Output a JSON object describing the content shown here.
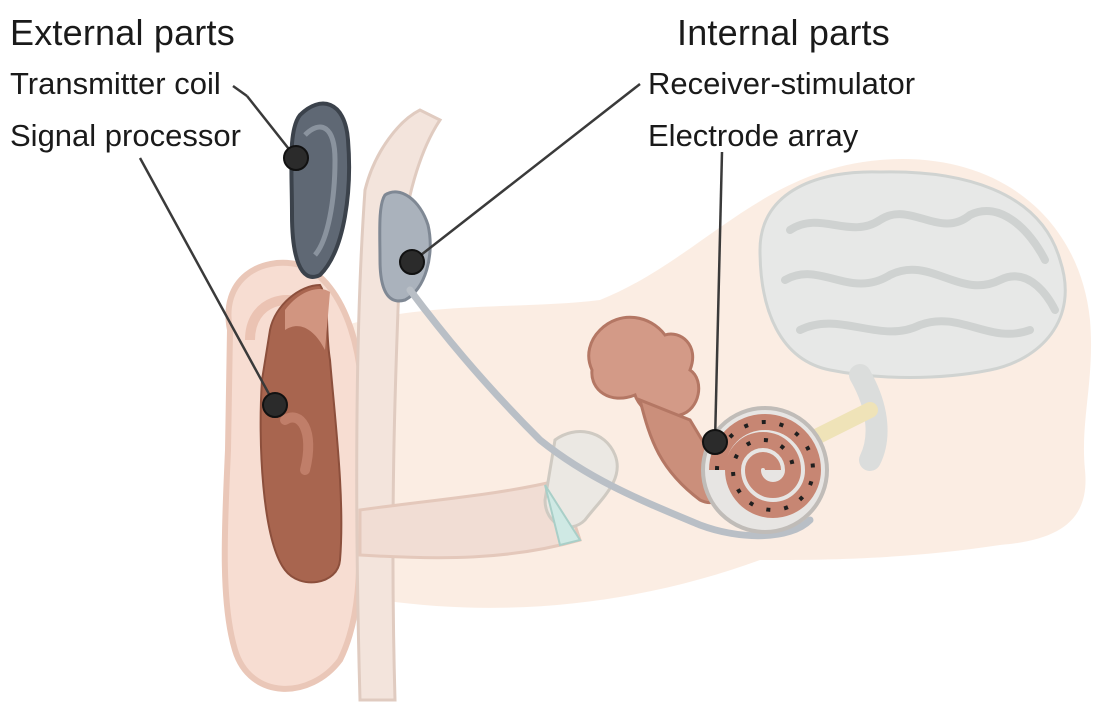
{
  "headers": {
    "external": "External parts",
    "internal": "Internal parts"
  },
  "labels": {
    "transmitter_coil": "Transmitter coil",
    "signal_processor": "Signal processor",
    "receiver_stimulator": "Receiver-stimulator",
    "electrode_array": "Electrode array"
  },
  "colors": {
    "leader_line": "#3a3a3a",
    "marker": "#2b2b2b",
    "processor": "#a4624f",
    "coil": "#6b7480",
    "cochlea": "#c98a78",
    "skin": "#f6dccb",
    "brain": "#dde2e2"
  }
}
